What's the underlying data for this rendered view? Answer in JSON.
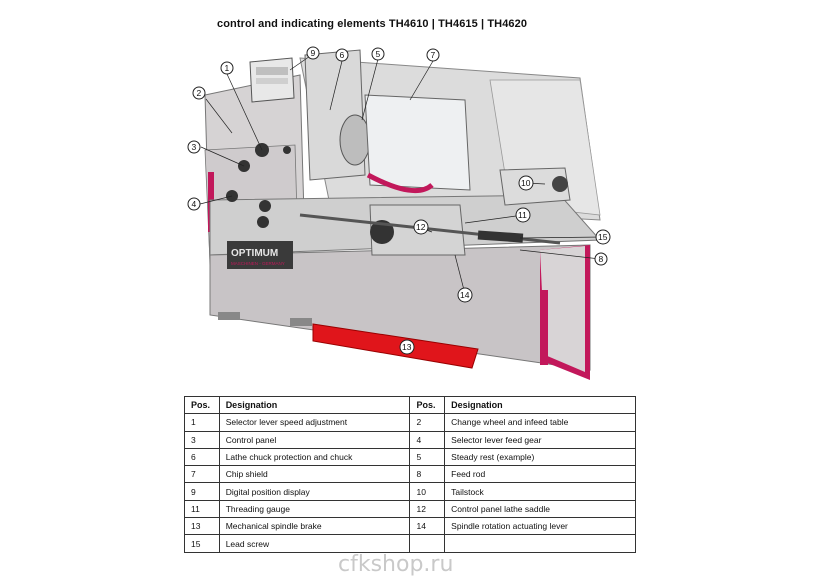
{
  "title": "control and indicating elements TH4610 | TH4615 | TH4620",
  "machine": {
    "brand_logo": "OPTIMUM",
    "brand_sub": "MASCHINEN - GERMANY",
    "accent_color": "#c2185b",
    "body_color": "#c9c4c6",
    "callouts": [
      "1",
      "2",
      "3",
      "4",
      "5",
      "6",
      "7",
      "8",
      "9",
      "10",
      "11",
      "12",
      "13",
      "14",
      "15"
    ]
  },
  "legend": {
    "headers": [
      "Pos.",
      "Designation",
      "Pos.",
      "Designation"
    ],
    "rows": [
      [
        "1",
        "Selector lever speed adjustment",
        "2",
        "Change wheel and infeed table"
      ],
      [
        "3",
        "Control panel",
        "4",
        "Selector lever feed gear"
      ],
      [
        "6",
        "Lathe chuck protection and chuck",
        "5",
        "Steady rest (example)"
      ],
      [
        "7",
        "Chip shield",
        "8",
        "Feed rod"
      ],
      [
        "9",
        "Digital position display",
        "10",
        "Tailstock"
      ],
      [
        "11",
        "Threading gauge",
        "12",
        "Control panel lathe saddle"
      ],
      [
        "13",
        "Mechanical spindle brake",
        "14",
        "Spindle rotation actuating lever"
      ],
      [
        "15",
        "Lead screw",
        "",
        ""
      ]
    ]
  },
  "watermark": "cfkshop.ru"
}
